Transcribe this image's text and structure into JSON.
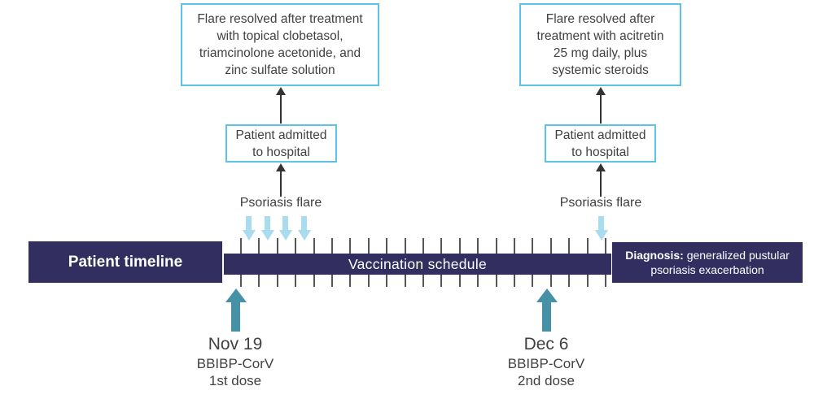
{
  "palette": {
    "navy": "#322f60",
    "teal": "#4791a7",
    "light_blue": "#a9dcee",
    "box_border": "#5ec1e8",
    "text_dark": "#414042",
    "arrow_black": "#333333",
    "tick_gray": "#54555a"
  },
  "outcomes": [
    {
      "text": "Flare resolved after treatment\nwith topical clobetasol,\ntriamcinolone acetonide, and\nzinc sulfate solution"
    },
    {
      "text": "Flare resolved after\ntreatment with acitretin\n25 mg daily, plus\nsystemic steroids"
    }
  ],
  "admissions": [
    {
      "text": "Patient admitted\nto hospital"
    },
    {
      "text": "Patient admitted\nto hospital"
    }
  ],
  "flare_events": [
    {
      "label": "Psoriasis flare"
    },
    {
      "label": "Psoriasis flare"
    }
  ],
  "timeline": {
    "patient_label": "Patient timeline",
    "schedule_label": "Vaccination schedule",
    "diagnosis_label": "Diagnosis:",
    "diagnosis_text": "generalized pustular psoriasis exacerbation",
    "tick_count": 21,
    "tick_spacing_px": 22.4
  },
  "doses": [
    {
      "date": "Nov 19",
      "vaccine": "BBIBP-CorV",
      "dose": "1st dose"
    },
    {
      "date": "Dec 6",
      "vaccine": "BBIBP-CorV",
      "dose": "2nd dose"
    }
  ]
}
